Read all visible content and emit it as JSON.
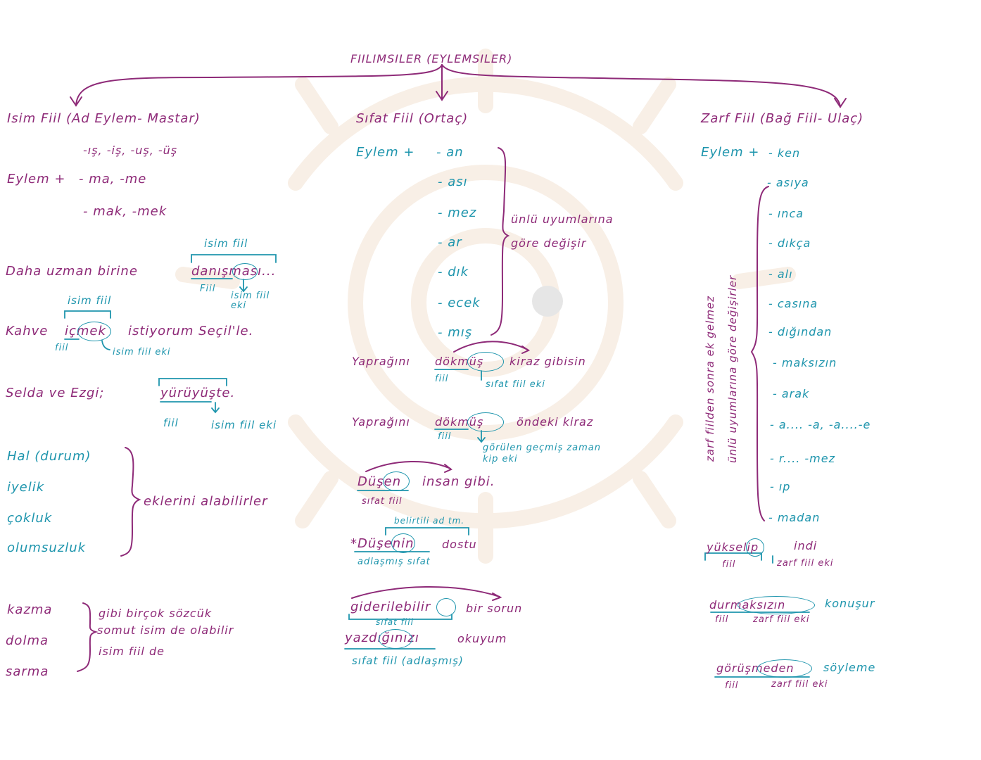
{
  "title": "FIILIMSILER (EYLEMSILER)",
  "colors": {
    "purple": "#8e2a78",
    "teal": "#1e95ad"
  },
  "isim": {
    "heading": "Isim Fiil (Ad Eylem- Mastar)",
    "suffix_line1": "-ış, -iş, -uş, -üş",
    "eylem": "Eylem +",
    "suffix_line2": "- ma, -me",
    "suffix_line3": "- mak, -mek",
    "ex1": {
      "sentence_a": "Daha uzman birine",
      "word": "danışması...",
      "label_top": "isim fiil",
      "label_fiil": "Fiil",
      "label_ek": "isim fiil eki"
    },
    "ex2": {
      "label_top": "isim fiil",
      "word_a": "Kahve",
      "word": "içmek",
      "sentence_b": "istiyorum Seçil'le.",
      "label_fiil": "fiil",
      "label_ek": "isim fiil eki"
    },
    "ex3": {
      "sentence_a": "Selda ve Ezgi;",
      "word": "yürüyüşte.",
      "label_fiil": "fiil",
      "label_ek": "isim fiil eki"
    },
    "cases": [
      "Hal (durum)",
      "iyelik",
      "çokluk",
      "olumsuzluk"
    ],
    "cases_note": "eklerini alabilirler",
    "foods": [
      "kazma",
      "dolma",
      "sarma"
    ],
    "foods_note": [
      "gibi birçok sözcük",
      "somut isim de olabilir",
      "isim fiil de"
    ]
  },
  "sifat": {
    "heading": "Sıfat Fiil (Ortaç)",
    "eylem": "Eylem +",
    "suffixes": [
      "- an",
      "- ası",
      "- mez",
      "- ar",
      "- dık",
      "- ecek",
      "- mış"
    ],
    "harmony_note": [
      "ünlü uyumlarına",
      "göre değişir"
    ],
    "ex1": {
      "sentence_a": "Yaprağını",
      "word": "dökmüş",
      "sentence_b": "kiraz gibisin",
      "label_fiil": "fiil",
      "label_ek": "sıfat fiil eki"
    },
    "ex2": {
      "sentence_a": "Yaprağını",
      "word": "dökmüş",
      "sentence_b": "öndeki kiraz",
      "label_fiil": "fiil",
      "label_ek": [
        "görülen geçmiş zaman",
        "kip eki"
      ]
    },
    "ex3": {
      "word": "Düşen",
      "sentence_b": "insan gibi.",
      "label": "sıfat fiil"
    },
    "ex4": {
      "label_top": "belirtili ad tm.",
      "word": "*Düşenin",
      "sentence_b": "dostu",
      "label": "adlaşmış sıfat"
    },
    "ex5": {
      "word": "giderilebilir",
      "sentence_b": "bir sorun",
      "label": "sıfat fiil"
    },
    "ex6": {
      "word": "yazdığınızı",
      "sentence_b": "okuyum",
      "label": "sıfat fiil (adlaşmış)"
    }
  },
  "zarf": {
    "heading": "Zarf Fiil (Bağ Fiil- Ulaç)",
    "eylem": "Eylem +",
    "suffixes": [
      "- ken",
      "- asıya",
      "- ınca",
      "- dıkça",
      "- alı",
      "- casına",
      "- dığından",
      "- maksızın",
      "- arak",
      "- a.... -a, -a....-e",
      "- r.... -mez",
      "- ıp",
      "- madan"
    ],
    "vertical_note": [
      "zarf fiilden sonra ek gelmez",
      "ünlü uyumlarına göre değişirler"
    ],
    "ex1": {
      "word": "yükselip",
      "sentence_b": "indi",
      "label_fiil": "fiil",
      "label_ek": "zarf fiil eki"
    },
    "ex2": {
      "word": "durmaksızın",
      "sentence_b": "konuşur",
      "label_fiil": "fiil",
      "label_ek": "zarf fiil eki"
    },
    "ex3": {
      "word": "görüşmeden",
      "sentence_b": "söyleme",
      "label_fiil": "fiil",
      "label_ek": "zarf fiil eki"
    }
  }
}
